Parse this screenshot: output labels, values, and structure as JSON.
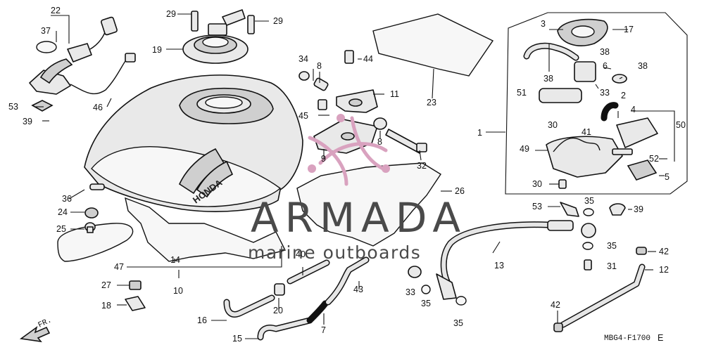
{
  "diagram": {
    "drawing_code": "MBG4-F1700",
    "drawing_suffix": "E",
    "front_marker": "FR.",
    "tank_brand": "HONDA",
    "watermark": {
      "title": "ARMADA",
      "subtitle": "marine outboards"
    },
    "callouts": {
      "c1": "1",
      "c2": "2",
      "c3": "3",
      "c4": "4",
      "c5": "5",
      "c6": "6",
      "c7": "7",
      "c8": "8",
      "c8b": "8",
      "c9": "9",
      "c10": "10",
      "c11": "11",
      "c12": "12",
      "c13": "13",
      "c14": "14",
      "c15": "15",
      "c16": "16",
      "c17": "17",
      "c18": "18",
      "c19": "19",
      "c20": "20",
      "c22": "22",
      "c23": "23",
      "c24": "24",
      "c25": "25",
      "c26": "26",
      "c27": "27",
      "c29a": "29",
      "c29b": "29",
      "c30a": "30",
      "c30b": "30",
      "c31": "31",
      "c32": "32",
      "c33a": "33",
      "c33b": "33",
      "c34": "34",
      "c35a": "35",
      "c35b": "35",
      "c35c": "35",
      "c35d": "35",
      "c36": "36",
      "c37": "37",
      "c38a": "38",
      "c38b": "38",
      "c38c": "38",
      "c39a": "39",
      "c39b": "39",
      "c40": "40",
      "c41": "41",
      "c42a": "42",
      "c42b": "42",
      "c43": "43",
      "c44": "44",
      "c45": "45",
      "c46": "46",
      "c47": "47",
      "c49": "49",
      "c50": "50",
      "c51": "51",
      "c52": "52",
      "c53a": "53",
      "c53b": "53"
    }
  }
}
